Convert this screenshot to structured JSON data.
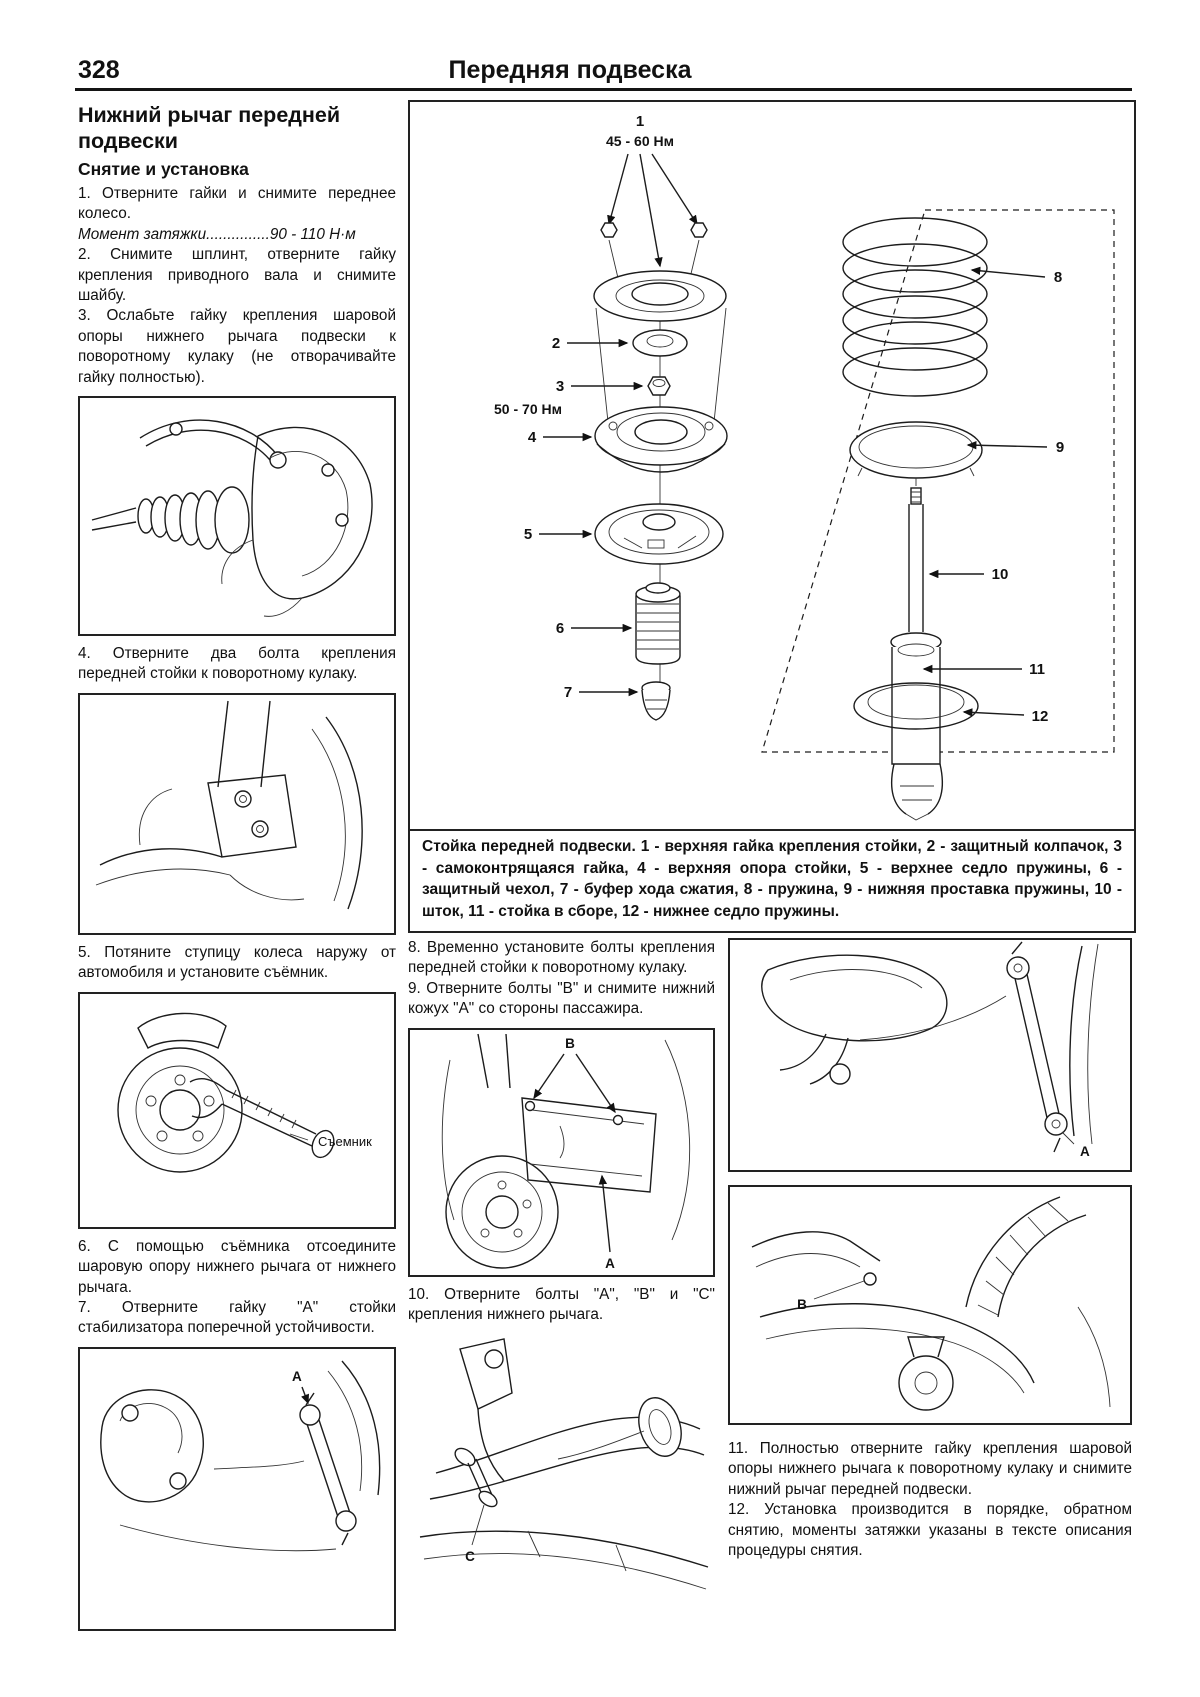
{
  "page": {
    "number": "328",
    "title": "Передняя подвеска"
  },
  "left_column": {
    "heading": "Нижний рычаг передней подвески",
    "subheading": "Снятие и установка",
    "step_1": "1. Отверните гайки и снимите переднее колесо.",
    "torque_label": "Момент затяжки",
    "torque_dots": "...............",
    "torque_value": "90 - 110 Н·м",
    "step_2": "2. Снимите шплинт, отверните гайку крепления приводного вала и снимите шайбу.",
    "step_3": "3. Ослабьте гайку крепления шаровой опоры нижнего рычага подвески к поворотному кулаку (не отворачивайте гайку полностью).",
    "step_4": "4. Отверните два болта крепления передней стойки к поворотному кулаку.",
    "step_5": "5. Потяните ступицу колеса наружу от автомобиля и установите съёмник.",
    "puller_label": "Съемник",
    "step_6": "6. С помощью съёмника отсоедините шаровую опору нижнего рычага от нижнего рычага.",
    "step_7": "7. Отверните гайку \"А\" стойки стабилизатора поперечной устойчивости.",
    "stab_label": "A"
  },
  "diagram": {
    "torque_top": "45 - 60 Нм",
    "torque_nut": "50 - 70 Нм",
    "parts": {
      "p1": "1",
      "p2": "2",
      "p3": "3",
      "p4": "4",
      "p5": "5",
      "p6": "6",
      "p7": "7",
      "p8": "8",
      "p9": "9",
      "p10": "10",
      "p11": "11",
      "p12": "12"
    },
    "caption": "Стойка передней подвески. 1 - верхняя гайка крепления стойки, 2 - защитный колпачок, 3 - самоконтрящаяся гайка, 4 - верхняя опора стойки, 5 - верхнее седло пружины, 6 - защитный чехол, 7 - буфер хода сжатия, 8 - пружина, 9 - нижняя проставка пружины, 10 - шток, 11 - стойка в сборе, 12 - нижнее седло пружины."
  },
  "middle_column": {
    "step_8": "8. Временно установите болты крепления передней стойки к поворотному кулаку.",
    "step_9": "9. Отверните болты \"В\" и снимите нижний кожух \"А\" со стороны пассажира.",
    "cover_label_b": "В",
    "cover_label_a": "А",
    "step_10": "10. Отверните болты \"А\", \"В\" и \"С\" крепления нижнего рычага.",
    "arm_label_c": "С"
  },
  "right_column": {
    "link_label_a": "А",
    "balljoint_label_b": "В",
    "step_11": "11. Полностью отверните гайку крепления шаровой опоры нижнего рычага к поворотному кулаку и снимите нижний рычаг передней подвески.",
    "step_12": "12. Установка производится в порядке, обратном снятию, моменты затяжки указаны в тексте описания процедуры снятия."
  }
}
